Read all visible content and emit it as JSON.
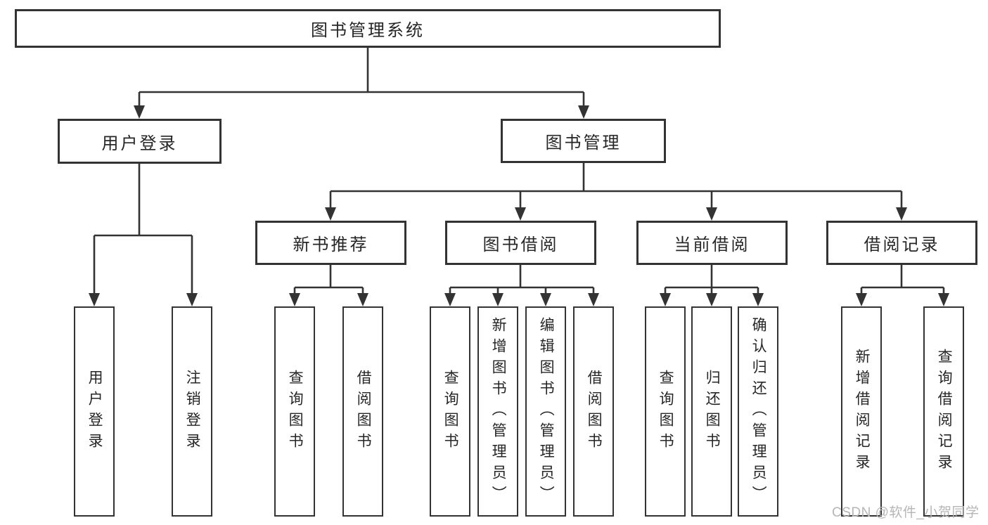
{
  "colors": {
    "line": "#333333",
    "box_border": "#333333",
    "text": "#262626",
    "watermark": "#b6b6b6",
    "background": "#ffffff"
  },
  "watermark": "CSDN @软件_小贺同学",
  "tree": {
    "root": "图书管理系统",
    "login_branch": {
      "label": "用户登录",
      "children": [
        "用户登录",
        "注销登录"
      ]
    },
    "mgmt_branch": {
      "label": "图书管理",
      "groups": [
        {
          "label": "新书推荐",
          "children": [
            "查询图书",
            "借阅图书"
          ]
        },
        {
          "label": "图书借阅",
          "children": [
            "查询图书",
            "新增图书（管理员）",
            "编辑图书（管理员）",
            "借阅图书"
          ]
        },
        {
          "label": "当前借阅",
          "children": [
            "查询图书",
            "归还图书",
            "确认归还（管理员）"
          ]
        },
        {
          "label": "借阅记录",
          "children": [
            "新增借阅记录",
            "查询借阅记录"
          ]
        }
      ]
    }
  }
}
